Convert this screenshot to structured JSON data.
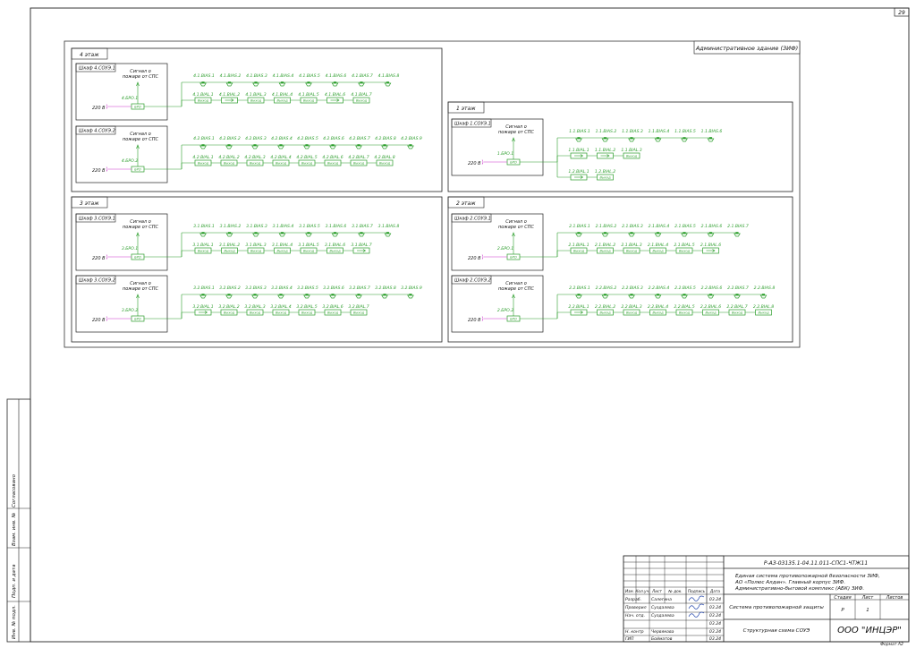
{
  "sheet_number": "29",
  "building_title": "Административное здание (ЗИФ)",
  "format": "Формат А2",
  "side_stamp": [
    "Согласовано",
    "Взам. инв. №",
    "Подп. и дата",
    "Инв. № подл."
  ],
  "common": {
    "signal": [
      "Сигнал о",
      "пожаре от СПС"
    ],
    "voltage": "220 В",
    "bro": "БРО",
    "exit": "Выход"
  },
  "floors": [
    {
      "title": "4 этаж",
      "cabinets": [
        {
          "name": "Шкаф 4.СОУЭ.1",
          "bro_id": "4.БРО.1",
          "speakers": [
            "4.1.BIAS.1",
            "4.1.BIAS.2",
            "4.1.BIAS.3",
            "4.1.BIAS.4",
            "4.1.BIAS.5",
            "4.1.BIAS.6",
            "4.1.BIAS.7",
            "4.1.BIAS.8"
          ],
          "lights": [
            {
              "label": "4.1.BIAL.1",
              "kind": "exit"
            },
            {
              "label": "4.1.BIAL.2",
              "kind": "arrow"
            },
            {
              "label": "4.1.BIAL.3",
              "kind": "exit"
            },
            {
              "label": "4.1.BIAL.4",
              "kind": "exit"
            },
            {
              "label": "4.1.BIAL.5",
              "kind": "exit"
            },
            {
              "label": "4.1.BIAL.6",
              "kind": "arrow"
            },
            {
              "label": "4.1.BIAL.7",
              "kind": "exit"
            }
          ]
        },
        {
          "name": "Шкаф 4.СОУЭ.2",
          "bro_id": "4.БРО.2",
          "speakers": [
            "4.2.BIAS.1",
            "4.2.BIAS.2",
            "4.2.BIAS.3",
            "4.2.BIAS.4",
            "4.2.BIAS.5",
            "4.2.BIAS.6",
            "4.2.BIAS.7",
            "4.2.BIAS.8",
            "4.2.BIAS.9"
          ],
          "lights": [
            {
              "label": "4.2.BIAL.1",
              "kind": "exit"
            },
            {
              "label": "4.2.BIAL.2",
              "kind": "exit"
            },
            {
              "label": "4.2.BIAL.3",
              "kind": "exit"
            },
            {
              "label": "4.2.BIAL.4",
              "kind": "exit"
            },
            {
              "label": "4.2.BIAL.5",
              "kind": "exit"
            },
            {
              "label": "4.2.BIAL.6",
              "kind": "exit"
            },
            {
              "label": "4.2.BIAL.7",
              "kind": "exit"
            },
            {
              "label": "4.2.BIAL.8",
              "kind": "exit"
            }
          ]
        }
      ]
    },
    {
      "title": "1 этаж",
      "cabinets": [
        {
          "name": "Шкаф 1.СОУЭ.1",
          "bro_id": "1.БРО.1",
          "speakers": [
            "1.1.BIAS.1",
            "1.1.BIAS.2",
            "1.1.BIAS.3",
            "1.1.BIAS.4",
            "1.1.BIAS.5",
            "1.1.BIAS.6"
          ],
          "light_rows": [
            [
              {
                "label": "1.1.BIAL.1",
                "kind": "arrow"
              },
              {
                "label": "1.1.BIAL.2",
                "kind": "arrow"
              },
              {
                "label": "1.1.BIAL.3",
                "kind": "exit"
              }
            ],
            [
              {
                "label": "1.2.BIAL.1",
                "kind": "arrow"
              },
              {
                "label": "1.2.BIAL.2",
                "kind": "exit"
              }
            ]
          ]
        }
      ]
    },
    {
      "title": "3 этаж",
      "cabinets": [
        {
          "name": "Шкаф 3.СОУЭ.1",
          "bro_id": "3.БРО.1",
          "speakers": [
            "3.1.BIAS.1",
            "3.1.BIAS.2",
            "3.1.BIAS.3",
            "3.1.BIAS.4",
            "3.1.BIAS.5",
            "3.1.BIAS.6",
            "3.1.BIAS.7",
            "3.1.BIAS.8"
          ],
          "lights": [
            {
              "label": "3.1.BIAL.1",
              "kind": "exit"
            },
            {
              "label": "3.1.BIAL.2",
              "kind": "exit"
            },
            {
              "label": "3.1.BIAL.3",
              "kind": "exit"
            },
            {
              "label": "3.1.BIAL.4",
              "kind": "exit"
            },
            {
              "label": "3.1.BIAL.5",
              "kind": "exit"
            },
            {
              "label": "3.1.BIAL.6",
              "kind": "exit"
            },
            {
              "label": "3.1.BIAL.7",
              "kind": "arrow"
            }
          ]
        },
        {
          "name": "Шкаф 3.СОУЭ.2",
          "bro_id": "3.БРО.2",
          "speakers": [
            "3.2.BIAS.1",
            "3.2.BIAS.2",
            "3.2.BIAS.3",
            "3.2.BIAS.4",
            "3.2.BIAS.5",
            "3.2.BIAS.6",
            "3.2.BIAS.7",
            "3.2.BIAS.8",
            "3.2.BIAS.9"
          ],
          "lights": [
            {
              "label": "3.2.BIAL.1",
              "kind": "arrow"
            },
            {
              "label": "3.2.BIAL.2",
              "kind": "exit"
            },
            {
              "label": "3.2.BIAL.3",
              "kind": "exit"
            },
            {
              "label": "3.2.BIAL.4",
              "kind": "exit"
            },
            {
              "label": "3.2.BIAL.5",
              "kind": "exit"
            },
            {
              "label": "3.2.BIAL.6",
              "kind": "exit"
            },
            {
              "label": "3.2.BIAL.7",
              "kind": "exit"
            }
          ]
        }
      ]
    },
    {
      "title": "2 этаж",
      "cabinets": [
        {
          "name": "Шкаф 2.СОУЭ.1",
          "bro_id": "2.БРО.1",
          "speakers": [
            "2.1.BIAS.1",
            "2.1.BIAS.2",
            "2.1.BIAS.3",
            "2.1.BIAS.4",
            "2.1.BIAS.5",
            "2.1.BIAS.6",
            "2.1.BIAS.7"
          ],
          "lights": [
            {
              "label": "2.1.BIAL.1",
              "kind": "exit"
            },
            {
              "label": "2.1.BIAL.2",
              "kind": "exit"
            },
            {
              "label": "2.1.BIAL.3",
              "kind": "exit"
            },
            {
              "label": "2.1.BIAL.4",
              "kind": "exit"
            },
            {
              "label": "2.1.BIAL.5",
              "kind": "exit"
            },
            {
              "label": "2.1.BIAL.6",
              "kind": "arrow"
            }
          ]
        },
        {
          "name": "Шкаф 2.СОУЭ.2",
          "bro_id": "2.БРО.2",
          "speakers": [
            "2.2.BIAS.1",
            "2.2.BIAS.2",
            "2.2.BIAS.3",
            "2.2.BIAS.4",
            "2.2.BIAS.5",
            "2.2.BIAS.6",
            "2.2.BIAS.7",
            "2.2.BIAS.8"
          ],
          "lights": [
            {
              "label": "2.2.BIAL.1",
              "kind": "arrow"
            },
            {
              "label": "2.2.BIAL.2",
              "kind": "exit"
            },
            {
              "label": "2.2.BIAL.3",
              "kind": "exit"
            },
            {
              "label": "2.2.BIAL.4",
              "kind": "exit"
            },
            {
              "label": "2.2.BIAL.5",
              "kind": "exit"
            },
            {
              "label": "2.2.BIAL.6",
              "kind": "exit"
            },
            {
              "label": "2.2.BIAL.7",
              "kind": "exit"
            },
            {
              "label": "2.2.BIAL.8",
              "kind": "exit"
            }
          ]
        }
      ]
    }
  ],
  "title_block": {
    "doc_code": "Р-АЗ-03135.1-04.11.011-СПС1-ЧТЖ11",
    "desc": [
      "Единая система противопожарной безопасности ЗИФ,",
      "АО «Полюс Алдан». Главный корпус ЗИФ.",
      "Административно-бытовой комплекс (АБК) ЗИФ."
    ],
    "header": [
      "Изм.",
      "Кол.уч.",
      "Лист",
      "№ док.",
      "Подпись",
      "Дата"
    ],
    "people": [
      {
        "role": "Разраб.",
        "name": "Салегина",
        "date": "03.24"
      },
      {
        "role": "Проверил",
        "name": "Суздалева",
        "date": "03.24"
      },
      {
        "role": "Нач. отд.",
        "name": "Суздалева",
        "date": "03.24"
      },
      {
        "role": "",
        "name": "",
        "date": "03.24"
      },
      {
        "role": "Н. контр",
        "name": "Червякова",
        "date": "03.24"
      },
      {
        "role": "ГИП",
        "name": "Бойматов",
        "date": "03.24"
      }
    ],
    "system": "Система противопожарной защиты",
    "stage_label": "Стадия",
    "sheet_label": "Лист",
    "sheets_label": "Листов",
    "stage": "Р",
    "sheet": "1",
    "sheets": "",
    "drawing": "Структурная схема СОУЭ",
    "company": "ООО \"ИНЦЭР\""
  }
}
